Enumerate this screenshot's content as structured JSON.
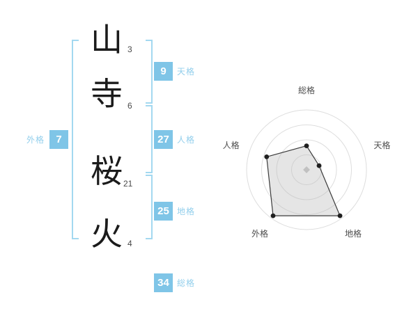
{
  "name": {
    "chars": [
      {
        "char": "山",
        "strokes": "3"
      },
      {
        "char": "寺",
        "strokes": "6"
      },
      {
        "char": "桜",
        "strokes": "21"
      },
      {
        "char": "火",
        "strokes": "4"
      }
    ]
  },
  "kaku": {
    "tenkaku": {
      "label": "天格",
      "value": "9"
    },
    "jinkaku": {
      "label": "人格",
      "value": "27"
    },
    "chikaku": {
      "label": "地格",
      "value": "25"
    },
    "gaikaku": {
      "label": "外格",
      "value": "7"
    },
    "soukaku": {
      "label": "総格",
      "value": "34"
    }
  },
  "colors": {
    "accent_blue": "#7fc5e7",
    "label_blue": "#93cfec",
    "bracket_blue": "#a3d8f0",
    "ring_gray": "#dddddd",
    "polygon_fill": "rgba(190,190,190,0.40)",
    "polygon_stroke": "#3a3a3a",
    "point_black": "#1f1f1f",
    "axis_label_gray": "#4d4d4d"
  },
  "chart_data": {
    "type": "radar",
    "categories": [
      "総格",
      "天格",
      "地格",
      "外格",
      "人格"
    ],
    "values": [
      40,
      22,
      95,
      95,
      70
    ],
    "max": 100,
    "rings": 4,
    "grid": "circular",
    "legend": false,
    "title": "",
    "center_marker": "diamond"
  }
}
